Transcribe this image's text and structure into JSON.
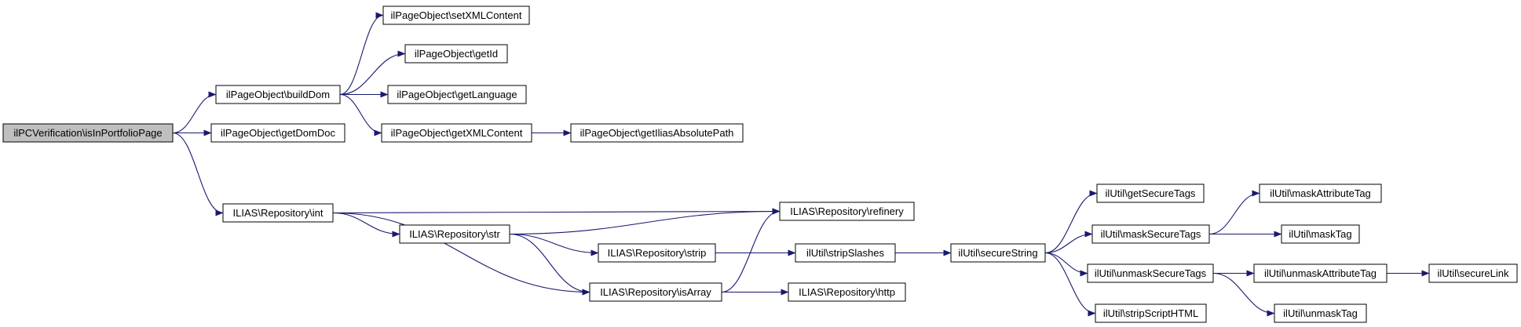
{
  "graph": {
    "edge_color": "#191970",
    "root_fill": "#bfbfbf",
    "nodes": [
      {
        "id": "root",
        "label": "ilPCVerification\\isInPortfolioPage",
        "root": true
      },
      {
        "id": "buildDom",
        "label": "ilPageObject\\buildDom"
      },
      {
        "id": "getDomDoc",
        "label": "ilPageObject\\getDomDoc"
      },
      {
        "id": "setXMLContent",
        "label": "ilPageObject\\setXMLContent"
      },
      {
        "id": "getId",
        "label": "ilPageObject\\getId"
      },
      {
        "id": "getLanguage",
        "label": "ilPageObject\\getLanguage"
      },
      {
        "id": "getXMLContent",
        "label": "ilPageObject\\getXMLContent"
      },
      {
        "id": "getIliasAbsolutePath",
        "label": "ilPageObject\\getIliasAbsolutePath"
      },
      {
        "id": "int",
        "label": "ILIAS\\Repository\\int"
      },
      {
        "id": "refinery",
        "label": "ILIAS\\Repository\\refinery"
      },
      {
        "id": "str",
        "label": "ILIAS\\Repository\\str"
      },
      {
        "id": "strip",
        "label": "ILIAS\\Repository\\strip"
      },
      {
        "id": "isArray",
        "label": "ILIAS\\Repository\\isArray"
      },
      {
        "id": "http",
        "label": "ILIAS\\Repository\\http"
      },
      {
        "id": "stripSlashes",
        "label": "ilUtil\\stripSlashes"
      },
      {
        "id": "secureString",
        "label": "ilUtil\\secureString"
      },
      {
        "id": "getSecureTags",
        "label": "ilUtil\\getSecureTags"
      },
      {
        "id": "maskSecureTags",
        "label": "ilUtil\\maskSecureTags"
      },
      {
        "id": "unmaskSecureTags",
        "label": "ilUtil\\unmaskSecureTags"
      },
      {
        "id": "stripScriptHTML",
        "label": "ilUtil\\stripScriptHTML"
      },
      {
        "id": "maskAttributeTag",
        "label": "ilUtil\\maskAttributeTag"
      },
      {
        "id": "maskTag",
        "label": "ilUtil\\maskTag"
      },
      {
        "id": "unmaskAttributeTag",
        "label": "ilUtil\\unmaskAttributeTag"
      },
      {
        "id": "unmaskTag",
        "label": "ilUtil\\unmaskTag"
      },
      {
        "id": "secureLink",
        "label": "ilUtil\\secureLink"
      }
    ],
    "edges": [
      {
        "from": "root",
        "to": "buildDom"
      },
      {
        "from": "root",
        "to": "getDomDoc"
      },
      {
        "from": "root",
        "to": "int"
      },
      {
        "from": "buildDom",
        "to": "setXMLContent"
      },
      {
        "from": "buildDom",
        "to": "getId"
      },
      {
        "from": "buildDom",
        "to": "getLanguage"
      },
      {
        "from": "buildDom",
        "to": "getXMLContent"
      },
      {
        "from": "getXMLContent",
        "to": "getIliasAbsolutePath"
      },
      {
        "from": "int",
        "to": "refinery"
      },
      {
        "from": "int",
        "to": "str"
      },
      {
        "from": "int",
        "to": "isArray"
      },
      {
        "from": "str",
        "to": "refinery"
      },
      {
        "from": "str",
        "to": "strip"
      },
      {
        "from": "str",
        "to": "isArray"
      },
      {
        "from": "strip",
        "to": "stripSlashes"
      },
      {
        "from": "isArray",
        "to": "refinery"
      },
      {
        "from": "isArray",
        "to": "http"
      },
      {
        "from": "stripSlashes",
        "to": "secureString"
      },
      {
        "from": "secureString",
        "to": "getSecureTags"
      },
      {
        "from": "secureString",
        "to": "maskSecureTags"
      },
      {
        "from": "secureString",
        "to": "unmaskSecureTags"
      },
      {
        "from": "secureString",
        "to": "stripScriptHTML"
      },
      {
        "from": "maskSecureTags",
        "to": "maskAttributeTag"
      },
      {
        "from": "maskSecureTags",
        "to": "maskTag"
      },
      {
        "from": "unmaskSecureTags",
        "to": "unmaskAttributeTag"
      },
      {
        "from": "unmaskSecureTags",
        "to": "unmaskTag"
      },
      {
        "from": "unmaskAttributeTag",
        "to": "secureLink"
      }
    ]
  }
}
